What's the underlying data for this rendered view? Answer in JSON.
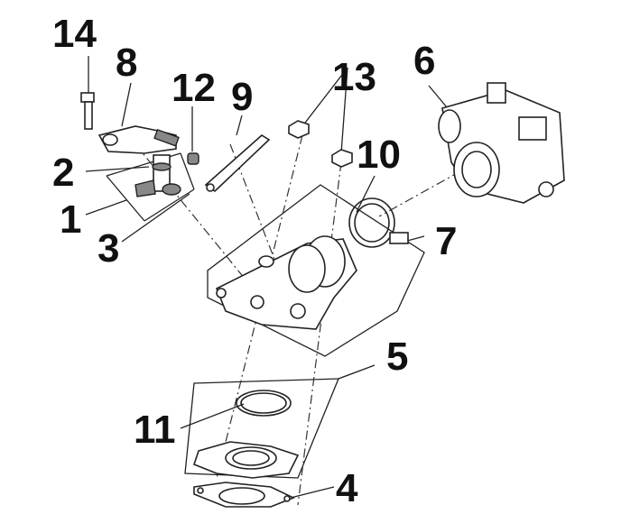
{
  "diagram": {
    "title": "Throttle body / intake manifold exploded view",
    "callouts": [
      {
        "id": "c14",
        "text": "14"
      },
      {
        "id": "c8",
        "text": "8"
      },
      {
        "id": "c12",
        "text": "12"
      },
      {
        "id": "c9",
        "text": "9"
      },
      {
        "id": "c13",
        "text": "13"
      },
      {
        "id": "c6",
        "text": "6"
      },
      {
        "id": "c2",
        "text": "2"
      },
      {
        "id": "c10",
        "text": "10"
      },
      {
        "id": "c1",
        "text": "1"
      },
      {
        "id": "c3",
        "text": "3"
      },
      {
        "id": "c7",
        "text": "7"
      },
      {
        "id": "c5",
        "text": "5"
      },
      {
        "id": "c11",
        "text": "11"
      },
      {
        "id": "c4",
        "text": "4"
      }
    ]
  }
}
